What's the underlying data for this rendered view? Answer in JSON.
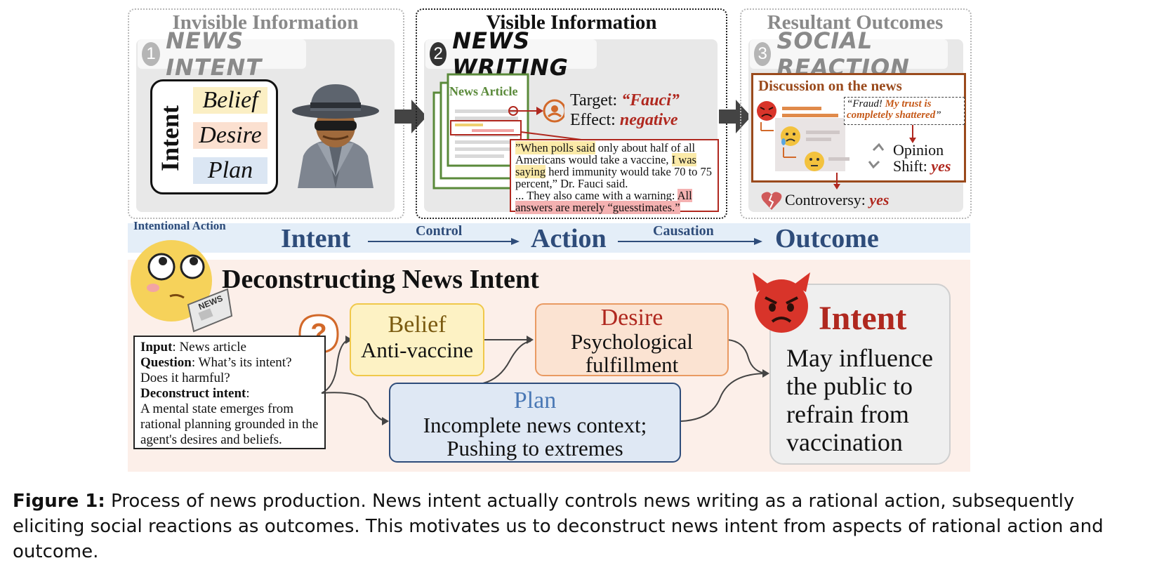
{
  "panels": {
    "invisible": {
      "title": "Invisible Information",
      "step_num": "1",
      "step_name": "NEWS INTENT"
    },
    "visible": {
      "title": "Visible Information",
      "step_num": "2",
      "step_name": "NEWS WRITING"
    },
    "outcomes": {
      "title": "Resultant Outcomes",
      "step_num": "3",
      "step_name": "SOCIAL REACTION"
    }
  },
  "intent_card": {
    "vertical_label": "Intent",
    "belief": "Belief",
    "desire": "Desire",
    "plan": "Plan"
  },
  "article": {
    "heading": "News Article",
    "target_label": "Target:",
    "target_value": "“Fauci”",
    "effect_label": "Effect:",
    "effect_value": "negative",
    "quote": {
      "p1": "”When polls said",
      "p2": " only about half of all Americans would take a vaccine, ",
      "p3": "I was saying",
      "p4": " herd immunity would take 70 to 75 percent,” Dr. Fauci said.",
      "p5": "... They also came with a warning: ",
      "p6": "All answers are merely “guesstimates.”"
    }
  },
  "reaction": {
    "heading": "Discussion on the news",
    "comment_open": "“Fraud! ",
    "comment_body": "My trust is completely shattered",
    "comment_close": "”",
    "opinion_label": "Opinion Shift:",
    "opinion_value": "yes",
    "controversy_label": "Controversy:",
    "controversy_value": "yes"
  },
  "band": {
    "corner_label": "Intentional Action",
    "intent": "Intent",
    "control": "Control",
    "action": "Action",
    "causation": "Causation",
    "outcome": "Outcome"
  },
  "deconstruct": {
    "title": "Deconstructing News Intent",
    "newspaper": "NEWS",
    "question_mark": "?",
    "input_label": "Input",
    "input_text": ": News article",
    "question_label": "Question",
    "question_text": ": What’s its intent? Does it harmful?",
    "decon_label": "Deconstruct intent",
    "decon_text": ":",
    "decon_body": "A mental state emerges from rational planning grounded in the agent's desires and beliefs."
  },
  "nodes": {
    "belief": {
      "title": "Belief",
      "body": "Anti-vaccine"
    },
    "desire": {
      "title": "Desire",
      "body": "Psychological fulfillment"
    },
    "plan": {
      "title": "Plan",
      "body": "Incomplete news context; Pushing to extremes"
    },
    "intent": {
      "title": "Intent",
      "body": "May influence the public to refrain from vaccination"
    }
  },
  "caption": {
    "label": "Figure 1:",
    "text": " Process of news production. News intent actually controls news writing as a rational action, subsequently eliciting social reactions as outcomes. This motivates us to deconstruct news intent from aspects of rational action and outcome."
  },
  "colors": {
    "belief_bg": "#fdf2c4",
    "belief_border": "#f0c84a",
    "belief_title": "#7a5a10",
    "desire_bg": "#fbe3d2",
    "desire_border": "#e99a62",
    "desire_title": "#b0281f",
    "plan_bg": "#dfe8f4",
    "plan_border": "#2e4c7a",
    "plan_title": "#4a78b5",
    "intent_title": "#b0281f",
    "negative_red": "#b0281f",
    "band_blue": "#2e4c7a",
    "article_green": "#5a8a3a",
    "reaction_brown": "#9a4a1c"
  }
}
